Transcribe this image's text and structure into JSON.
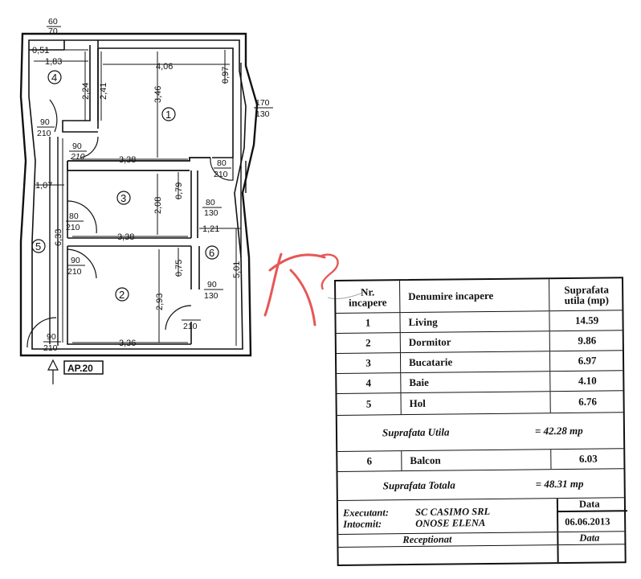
{
  "plan": {
    "door_top": {
      "w": "60",
      "h": "70"
    },
    "window_right": {
      "w": "170",
      "h": "130"
    },
    "apartment_label": "AP.20",
    "dimensions": {
      "d051": "0,51",
      "d183": "1,83",
      "d224": "2,24",
      "d241": "2,41",
      "d406": "4,06",
      "d097": "0,97",
      "d346": "3,46",
      "d338a": "3,38",
      "d107": "1,07",
      "d079": "0,79",
      "d208": "2,08",
      "d338b": "3,38",
      "d121": "1,21",
      "d633": "6,33",
      "d075": "0,75",
      "d293": "2,93",
      "d501": "5,01",
      "d336": "3,36"
    },
    "rooms": {
      "r1": "1",
      "r2": "2",
      "r3": "3",
      "r4": "4",
      "r5": "5",
      "r6": "6"
    },
    "doors": {
      "d4": {
        "w": "90",
        "h": "210"
      },
      "d3top": {
        "w": "90",
        "h": "210"
      },
      "d1": {
        "w": "80",
        "h": "210"
      },
      "dwin3": {
        "w": "80",
        "h": "130"
      },
      "d3side": {
        "w": "80",
        "h": "210"
      },
      "d2side": {
        "w": "90",
        "h": "210"
      },
      "dwin2": {
        "w": "90",
        "h": "130"
      },
      "d6": {
        "w": "",
        "h": "210"
      },
      "dentry": {
        "w": "90",
        "h": "210"
      }
    }
  },
  "legend": {
    "header": {
      "nr_line1": "Nr.",
      "nr_line2": "incapere",
      "name": "Denumire incapere",
      "area_line1": "Suprafata",
      "area_line2": "utila (mp)"
    },
    "rows": [
      {
        "nr": "1",
        "name": "Living",
        "area": "14.59"
      },
      {
        "nr": "2",
        "name": "Dormitor",
        "area": "9.86"
      },
      {
        "nr": "3",
        "name": "Bucatarie",
        "area": "6.97"
      },
      {
        "nr": "4",
        "name": "Baie",
        "area": "4.10"
      },
      {
        "nr": "5",
        "name": "Hol",
        "area": "6.76"
      }
    ],
    "suprafata_utila": {
      "label": "Suprafata Utila",
      "value": "= 42.28 mp"
    },
    "balcon": {
      "nr": "6",
      "name": "Balcon",
      "area": "6.03"
    },
    "suprafata_totala": {
      "label": "Suprafata Totala",
      "value": "= 48.31 mp"
    },
    "footer": {
      "executant_label": "Executant:",
      "executant_value": "SC CASIMO SRL",
      "intocmit_label": "Intocmit:",
      "intocmit_value": "ONOSE ELENA",
      "data_label": "Data",
      "data_value": "06.06.2013",
      "receptionat_label": "Receptionat",
      "data_label2": "Data"
    }
  },
  "colors": {
    "ink": "#111111",
    "watermark": "#e23a3a"
  }
}
